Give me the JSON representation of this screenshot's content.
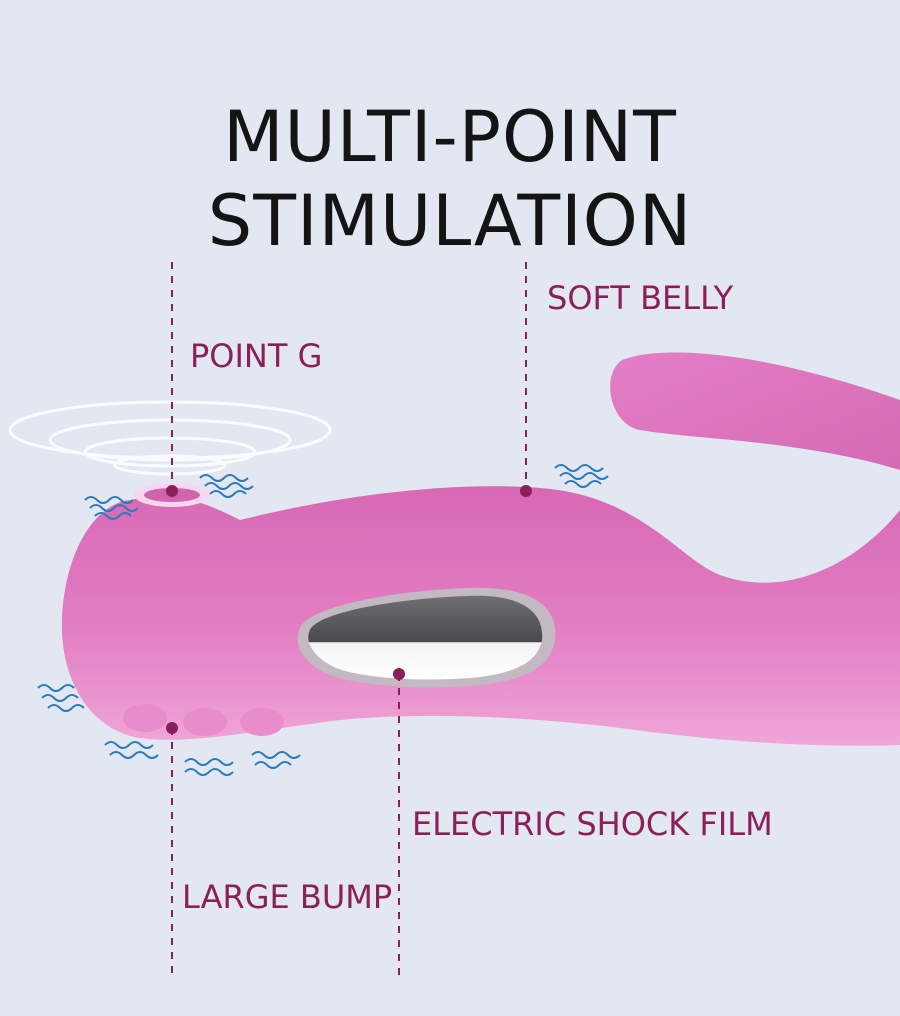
{
  "title": {
    "line1": "MULTI-POINT",
    "line2": "STIMULATION"
  },
  "callouts": {
    "point_g": "POINT G",
    "soft_belly": "SOFT BELLY",
    "electric_shock_film": "ELECTRIC SHOCK FILM",
    "large_bump": "LARGE BUMP"
  },
  "colors": {
    "background": "#e3e7f2",
    "title_text": "#141414",
    "callout_text": "#8a1f5a",
    "product_pink": "#e27ec4",
    "vibration_waves": "#2a7bbd"
  }
}
